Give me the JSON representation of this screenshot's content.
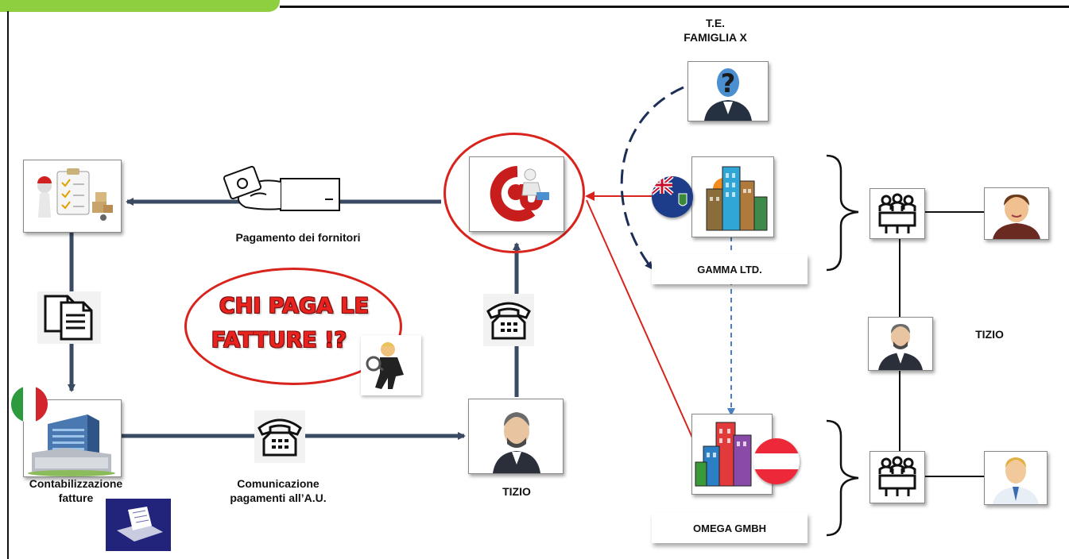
{
  "labels": {
    "pagamento": "Pagamento dei fornitori",
    "contabilizzazione": "Contabilizzazione\nfatture",
    "comunicazione": "Comunicazione\npagamenti all’A.U.",
    "tizio_center": "TIZIO",
    "tizio_right": "TIZIO",
    "te_famiglia": "T.E.\nFAMIGLIA X",
    "gamma": "GAMMA LTD.",
    "omega": "OMEGA GMBH"
  },
  "bubble": {
    "line1": "CHI PAGA LE",
    "line2": "FATTURE !?"
  },
  "colors": {
    "arrow_blue": "#3b4a63",
    "red": "#d9231d",
    "dashed_navy": "#1e2f57",
    "dashed_light": "#4a7fc4",
    "green_bar": "#8dcf3f"
  }
}
